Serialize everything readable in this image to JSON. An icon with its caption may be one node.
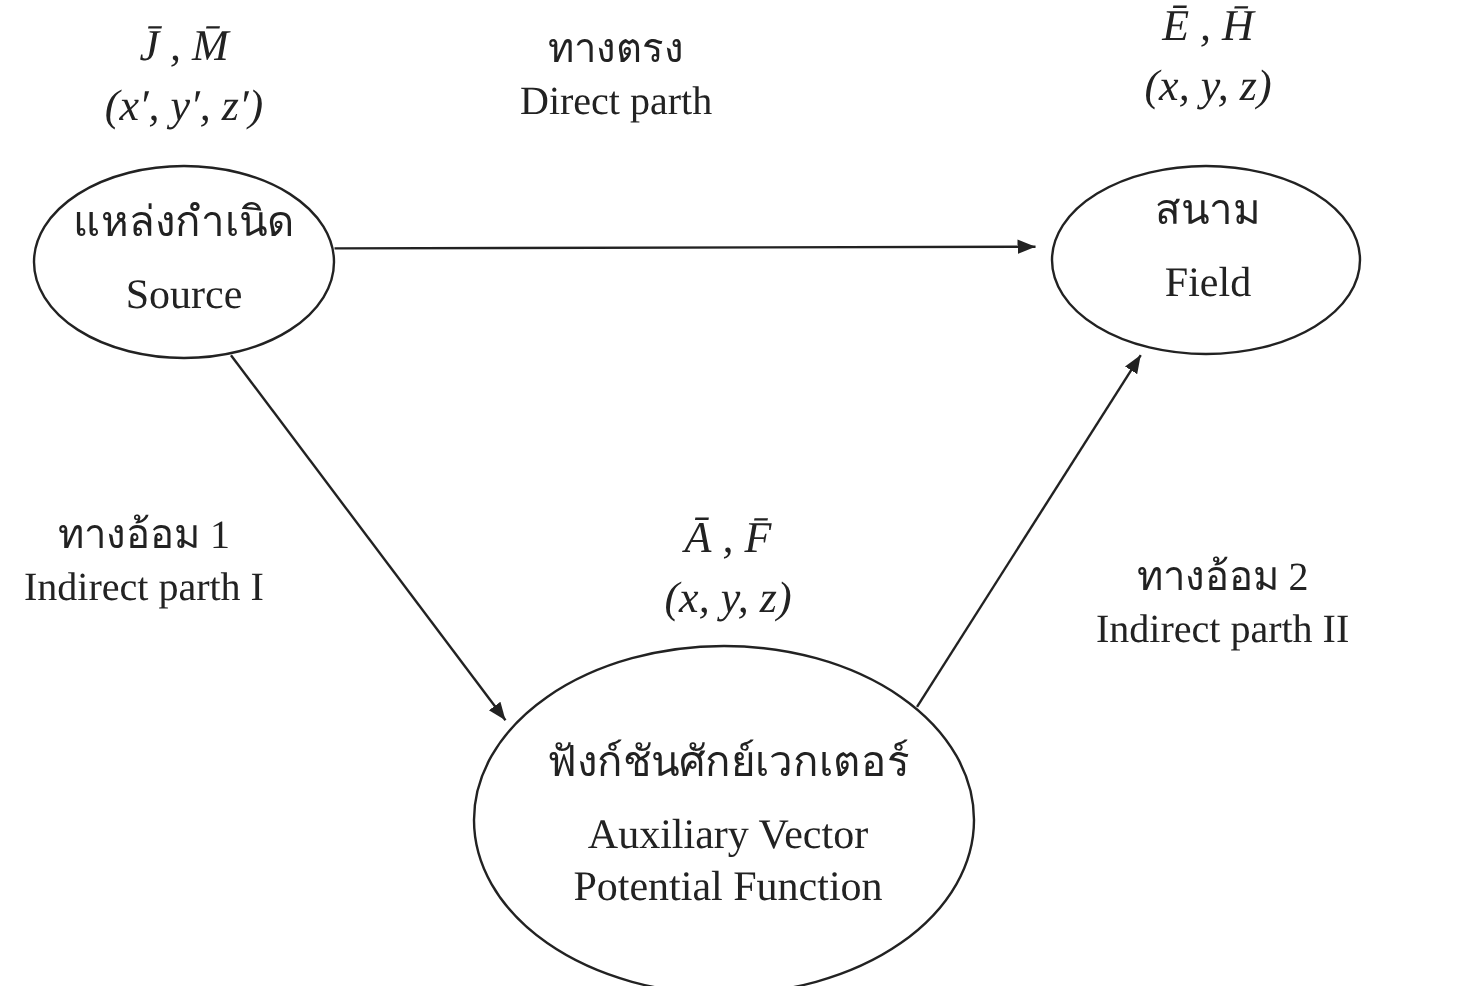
{
  "diagram": {
    "nodes": [
      {
        "text": [
          "J̄ , M̄",
          "(x′, y′, z′)",
          "แหล่งกำเนิด",
          "Source"
        ]
      },
      {
        "text": [
          "Ē , H̄",
          "(x, y, z)",
          "สนาม",
          "Field"
        ]
      },
      {
        "text": [
          "Ā , F̄",
          "(x, y, z)",
          "ฟังก์ชันศักย์เวกเตอร์",
          "Auxiliary Vector Potential Function"
        ]
      }
    ],
    "edges": [
      {
        "from": 0,
        "to": 1,
        "arrow": "to",
        "label": "ทางตรง Direct parth"
      },
      {
        "from": 0,
        "to": 2,
        "arrow": "to",
        "label": "ทางอ้อม 1 Indirect parth I"
      },
      {
        "from": 2,
        "to": 1,
        "arrow": "to",
        "label": "ทางอ้อม 2 Indirect parth II"
      }
    ]
  }
}
